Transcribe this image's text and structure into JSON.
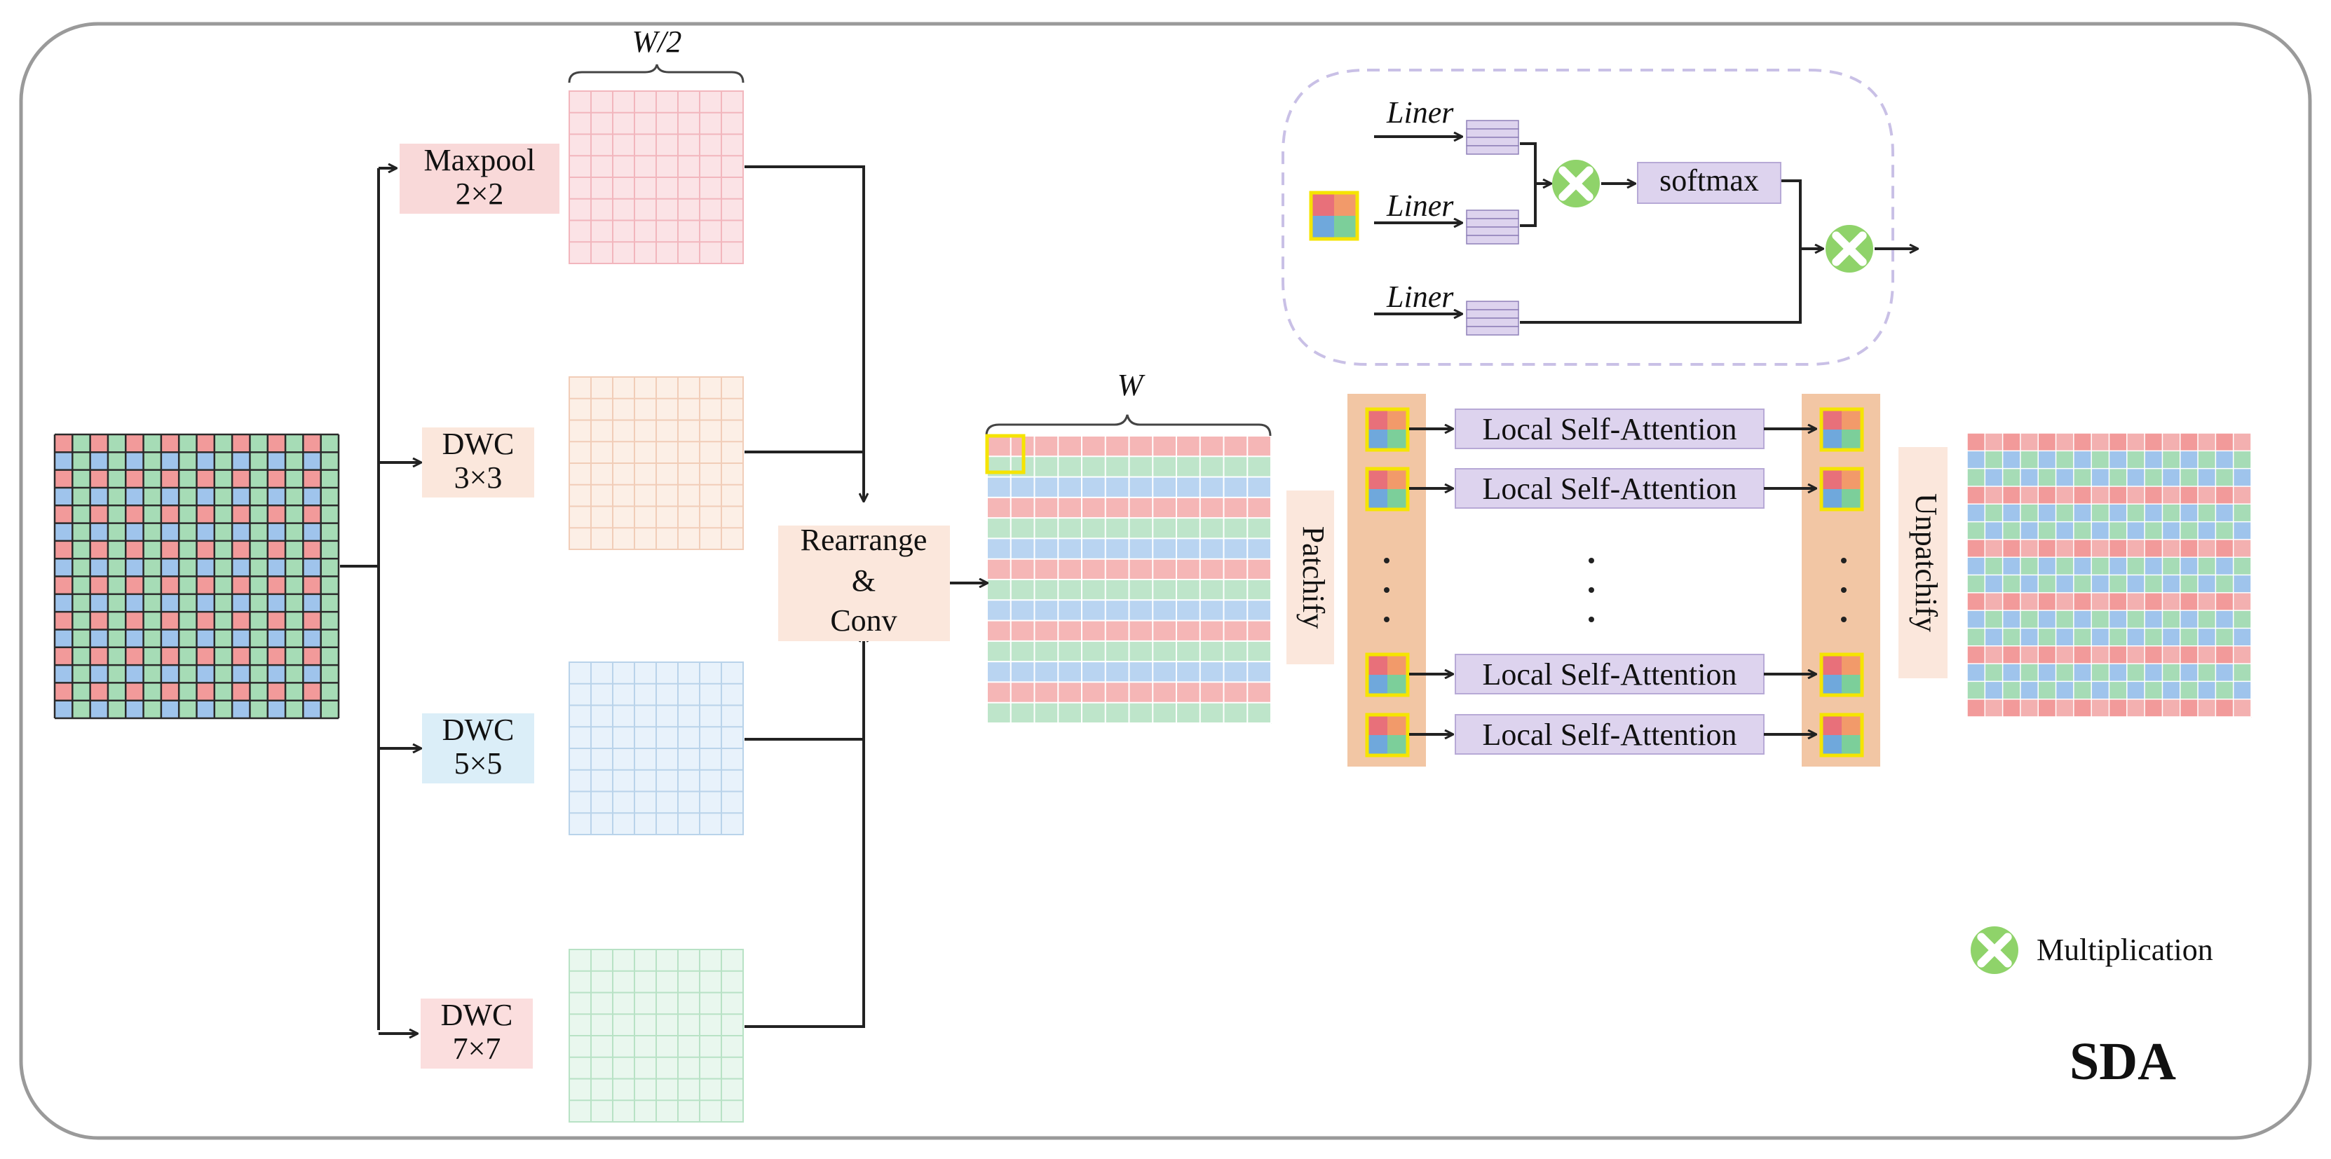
{
  "diagram": {
    "title": "SDA",
    "brace_top": "W/2",
    "brace_mid": "W",
    "branches": [
      {
        "name": "Maxpool",
        "kernel": "2×2",
        "color": "#f9d9d9",
        "grid_color": "#f2b6bd"
      },
      {
        "name": "DWC",
        "kernel": "3×3",
        "color": "#fbe7dc",
        "grid_color": "#f1cdb8"
      },
      {
        "name": "DWC",
        "kernel": "5×5",
        "color": "#dbeef8",
        "grid_color": "#b9d3ea"
      },
      {
        "name": "DWC",
        "kernel": "7×7",
        "color": "#fbdede",
        "grid_color": "#b8e2c5"
      }
    ],
    "rearrange": [
      "Rearrange",
      "&",
      "Conv"
    ],
    "patchify": "Patchify",
    "unpatchify": "Unpatchify",
    "attention_label": "Local Self-Attention",
    "ellipsis": "· · ·",
    "inset": {
      "liner": "Liner",
      "softmax": "softmax"
    },
    "legend": {
      "label": "Multiplication",
      "icon": "multiplication-icon"
    },
    "colors": {
      "red": "#f29a9a",
      "blue": "#9fc4ec",
      "green": "#a6dcb6",
      "purple": "#ddd3ee",
      "purple_border": "#b7a9d6",
      "orange": "#f5d2b3",
      "patch_col": "#f2c6a4",
      "yellow": "#f5e400",
      "mult_green": "#8fd36a"
    }
  }
}
